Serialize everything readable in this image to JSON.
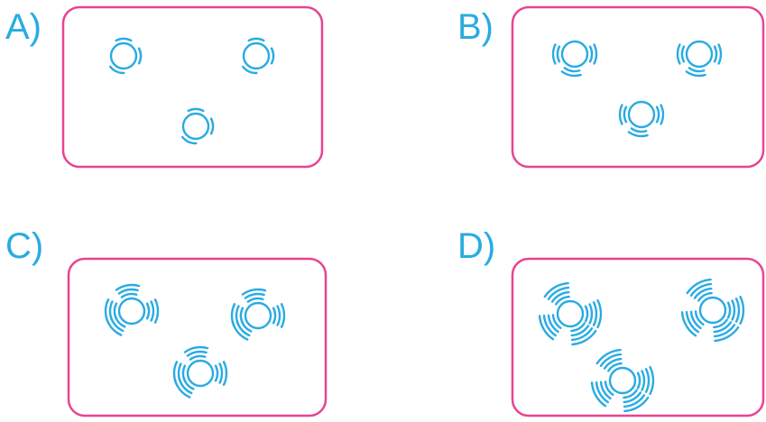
{
  "colors": {
    "label": "#29abe2",
    "box": "#e8448f",
    "particle": "#29abe2"
  },
  "options": [
    {
      "label": "A)",
      "vibration": 1,
      "icon": "particle-vibrating-icon"
    },
    {
      "label": "B)",
      "vibration": 2,
      "icon": "particle-vibrating-icon"
    },
    {
      "label": "C)",
      "vibration": 3,
      "icon": "particle-vibrating-icon"
    },
    {
      "label": "D)",
      "vibration": 4,
      "icon": "particle-vibrating-icon"
    }
  ]
}
